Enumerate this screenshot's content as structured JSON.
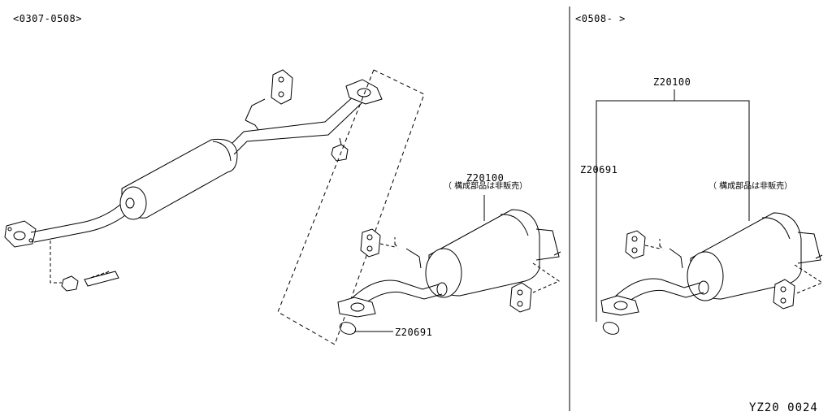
{
  "left_panel": {
    "date_range": "<0307-0508>",
    "assembly_part": "Z20100",
    "assembly_note": "（ 構成部品は非販売）",
    "gasket_part": "Z20691"
  },
  "right_panel": {
    "date_range": "<0508-    >",
    "assembly_part": "Z20100",
    "gasket_part": "Z20691",
    "assembly_note": "（ 構成部品は非販売）"
  },
  "diagram_code": "YZ20  0024"
}
